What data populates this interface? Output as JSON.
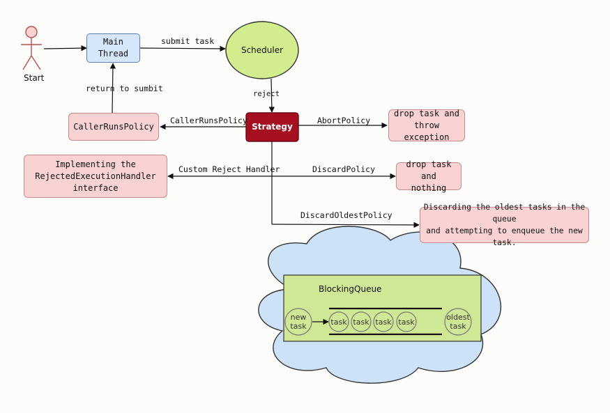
{
  "actor": {
    "label": "Start"
  },
  "main_thread": {
    "label": "Main Thread"
  },
  "scheduler": {
    "label": "Scheduler"
  },
  "strategy": {
    "label": "Strategy"
  },
  "caller_runs": {
    "label": "CallerRunsPolicy"
  },
  "custom_handler": {
    "lines": [
      "Implementing the",
      "RejectedExecutionHandler",
      "interface"
    ]
  },
  "abort_result": {
    "lines": [
      "drop task and",
      "throw exception"
    ]
  },
  "discard_result": {
    "lines": [
      "drop task and",
      "nothing"
    ]
  },
  "discard_oldest_result": {
    "lines": [
      "Discarding the oldest tasks in the queue",
      "and attempting to enqueue the new task."
    ]
  },
  "edges": {
    "submit_task": "submit task",
    "return_to_submit": "return to sumbit",
    "reject": "reject",
    "caller_runs_policy": "CallerRunsPolicy",
    "abort_policy": "AbortPolicy",
    "custom_reject_handler": "Custom Reject Handler",
    "discard_policy": "DiscardPolicy",
    "discard_oldest_policy": "DiscardOldestPolicy"
  },
  "queue": {
    "title": "BlockingQueue",
    "new_task": [
      "new",
      "task"
    ],
    "tasks": [
      "task",
      "task",
      "task",
      "task"
    ],
    "oldest_task": [
      "oldest",
      "task"
    ]
  },
  "colors": {
    "pink_fill": "#f9d2d3",
    "blue_fill": "#d6e6fb",
    "scheduler_fill": "#d3ec8e",
    "strategy_fill": "#a50f1f",
    "cloud_fill": "#cde2f7",
    "queue_fill": "#cfe895"
  }
}
